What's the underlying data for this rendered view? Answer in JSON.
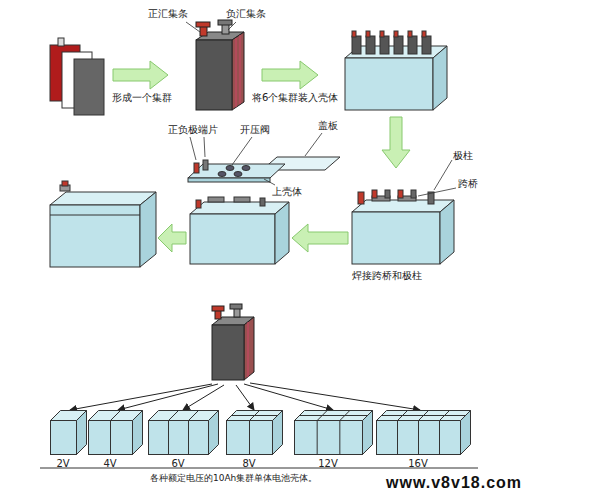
{
  "diagram": {
    "caption": "各种额定电压的10Ah集群单体电池壳体。",
    "nodes": [
      {
        "text": [
          "2V"
        ]
      },
      {
        "text": [
          "4V"
        ]
      },
      {
        "text": [
          "6V"
        ]
      },
      {
        "text": [
          "8V"
        ]
      },
      {
        "text": [
          "12V"
        ]
      },
      {
        "text": [
          "16V"
        ]
      }
    ],
    "labels": [
      "正汇集条",
      "负汇集条",
      "形成一个集群",
      "将6个集群装入壳体",
      "极柱",
      "跨桥",
      "正负极端片",
      "开压阀",
      "盖板",
      "上壳体",
      "焊接跨桥和极柱",
      "www.v8v18.com"
    ]
  }
}
